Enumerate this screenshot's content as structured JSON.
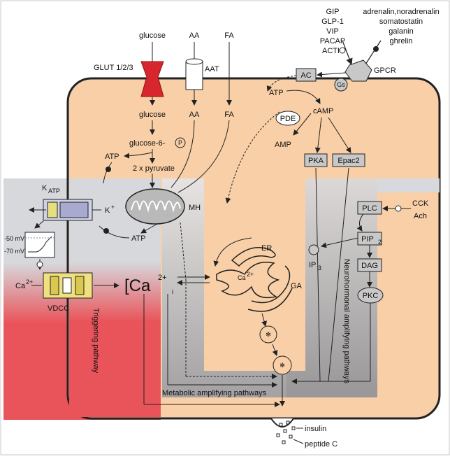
{
  "ligands_left": [
    "GIP",
    "GLP-1",
    "VIP",
    "PACAP",
    "ACTH"
  ],
  "ligands_right": [
    "adrenalin,noradrenalin",
    "somatostatin",
    "galanin",
    "ghrelin"
  ],
  "labels": {
    "glucose_top": "glucose",
    "aa_top": "AA",
    "fa_top": "FA",
    "glut": "GLUT 1/2/3",
    "aat": "AAT",
    "gpcr": "GPCR",
    "ac": "AC",
    "gs": "Gs",
    "glucose_in": "glucose",
    "aa_in": "AA",
    "fa_in": "FA",
    "g6p": "glucose-6-",
    "p_circle": "P",
    "atp_left": "ATP",
    "pyruvate": "2 x pyruvate",
    "atp_top": "ATP",
    "camp": "cAMP",
    "pde": "PDE",
    "amp": "AMP",
    "pka": "PKA",
    "epac2": "Epac2",
    "katp_main": "K",
    "katp_sub": "ATP",
    "k_ion_main": "K",
    "k_ion_sup": "+",
    "mh": "MH",
    "atp_bottom": "ATP",
    "mv_high": "-50 mV",
    "mv_low": "-70 mV",
    "ca_out_main": "Ca",
    "ca_out_sup": "2+",
    "vdcc": "VDCC",
    "ca_big_main": "[Ca",
    "ca_big_sup": "2+",
    "ca_big_sub": "i",
    "er": "ER",
    "ca_er_main": "Ca",
    "ca_er_sup": "2+",
    "ga": "GA",
    "ip3_main": "IP",
    "ip3_sub": "3",
    "plc": "PLC",
    "pip2_main": "PIP",
    "pip2_sub": "2",
    "dag": "DAG",
    "pkc": "PKC",
    "cck": "CCK",
    "ach": "Ach",
    "triggering": "Triggering pathway",
    "neurohormonal": "Neurohormonal amplifying pathways",
    "metabolic": "Metabolic amplifying pathways",
    "insulin": "insulin",
    "peptide_c": "peptide C"
  },
  "colors": {
    "cell": "#f8cfa6",
    "gray_band": "#d6d8dc",
    "red_band": "#e9545a",
    "glut": "#d8262e",
    "box": "#c8c8c8",
    "vdcc": "#f1e080"
  }
}
